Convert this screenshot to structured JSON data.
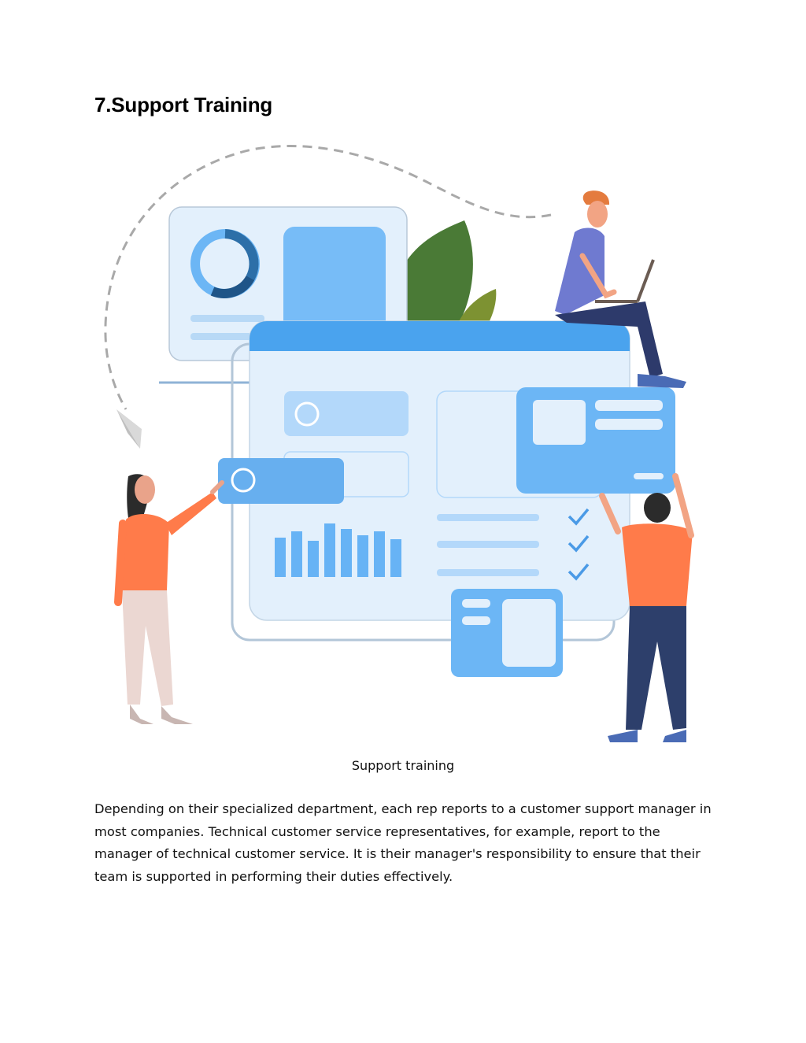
{
  "document": {
    "heading": "7.Support Training",
    "figure": {
      "caption": "Support training"
    },
    "paragraph": "Depending on their specialized department, each rep reports to a customer support manager in most companies. Technical customer service representatives, for example, report to the manager of technical customer service. It is their manager's responsibility to ensure that their team is supported in performing their duties effectively."
  },
  "colors": {
    "panel_light": "#e3f0fc",
    "panel_blue": "#4aa3ee",
    "card_blue": "#6cb6f5",
    "check_blue": "#4a9ae6",
    "shirt_orange": "#ff7b4a",
    "leaf_green": "#4a7a36",
    "dashed_gray": "#a9a9a9"
  }
}
